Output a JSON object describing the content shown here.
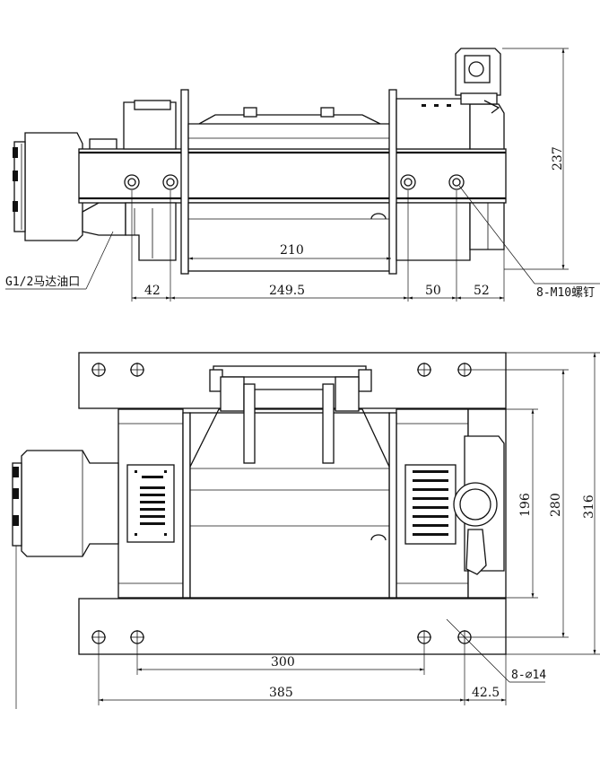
{
  "top_view": {
    "dims": {
      "d210": "210",
      "d42": "42",
      "d249_5": "249.5",
      "d50": "50",
      "d52": "52",
      "d237": "237"
    },
    "labels": {
      "oil_port": "G1/2马达油口",
      "bolts": "8-M10螺钉"
    }
  },
  "bottom_view": {
    "dims": {
      "d300": "300",
      "d385": "385",
      "d42_5": "42.5",
      "d196": "196",
      "d280": "280",
      "d316": "316"
    },
    "labels": {
      "holes": "8-⌀14"
    }
  }
}
